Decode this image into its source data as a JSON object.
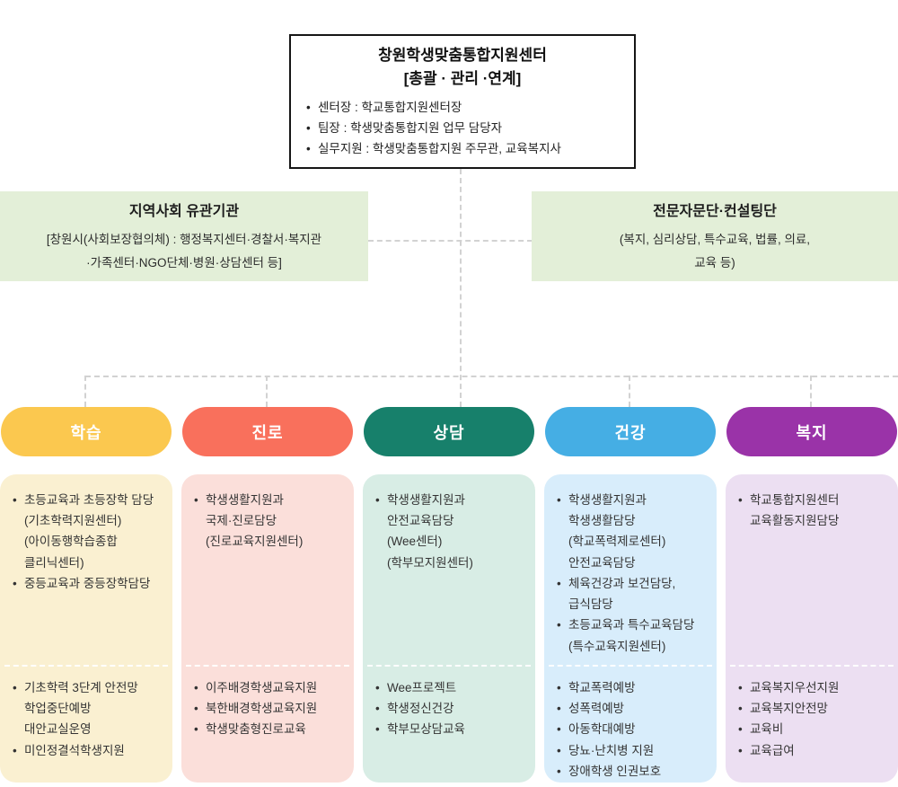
{
  "root_box": {
    "title": "창원학생맞춤통합지원센터",
    "subtitle": "[총괄 · 관리 ·연계]",
    "items": [
      "센터장 : 학교통합지원센터장",
      "팀장 : 학생맞춤통합지원 업무 담당자",
      "실무지원 : 학생맞춤통합지원 주무관, 교육복지사"
    ]
  },
  "community_box": {
    "title": "지역사회 유관기관",
    "body": "[창원시(사회보장협의체) : 행정복지센터·경찰서·복지관\n·가족센터·NGO단체·병원·상담센터 등]"
  },
  "advisory_box": {
    "title": "전문자문단·컨설팅단",
    "body": "(복지, 심리상담, 특수교육, 법률, 의료,\n교육 등)"
  },
  "columns": [
    {
      "id": "learning",
      "label": "학습",
      "pill_color": "#FBC84F",
      "bg_color": "#FAF0D1",
      "top_items": [
        "초등교육과 초등장학 담당\n(기초학력지원센터)\n(아이동행학습종합\n클리닉센터)",
        "중등교육과 중등장학담당"
      ],
      "bottom_items": [
        "기초학력 3단계 안전망\n학업중단예방\n대안교실운영",
        "미인정결석학생지원"
      ]
    },
    {
      "id": "career",
      "label": "진로",
      "pill_color": "#F9705C",
      "bg_color": "#FBDFDA",
      "top_items": [
        "학생생활지원과\n국제·진로담당\n(진로교육지원센터)"
      ],
      "bottom_items": [
        "이주배경학생교육지원",
        "북한배경학생교육지원",
        "학생맞춤형진로교육"
      ]
    },
    {
      "id": "counseling",
      "label": "상담",
      "pill_color": "#17806B",
      "bg_color": "#D8EDE5",
      "top_items": [
        "학생생활지원과\n안전교육담당\n(Wee센터)\n(학부모지원센터)"
      ],
      "bottom_items": [
        "Wee프로젝트",
        "학생정신건강",
        "학부모상담교육"
      ]
    },
    {
      "id": "health",
      "label": "건강",
      "pill_color": "#45AEE4",
      "bg_color": "#D8EDFB",
      "top_items": [
        "학생생활지원과\n학생생활담당\n(학교폭력제로센터)\n안전교육담당",
        "체육건강과 보건담당,\n급식담당",
        "초등교육과 특수교육담당\n(특수교육지원센터)"
      ],
      "bottom_items": [
        "학교폭력예방",
        "성폭력예방",
        "아동학대예방",
        "당뇨·난치병 지원",
        "장애학생 인권보호"
      ]
    },
    {
      "id": "welfare",
      "label": "복지",
      "pill_color": "#9A33A8",
      "bg_color": "#ECDFF2",
      "top_items": [
        "학교통합지원센터\n교육활동지원담당"
      ],
      "bottom_items": [
        "교육복지우선지원",
        "교육복지안전망",
        "교육비",
        "교육급여"
      ]
    }
  ],
  "colors": {
    "green_box_bg": "#E3EFD8",
    "connector": "#D2D2D2",
    "root_border": "#161616"
  }
}
